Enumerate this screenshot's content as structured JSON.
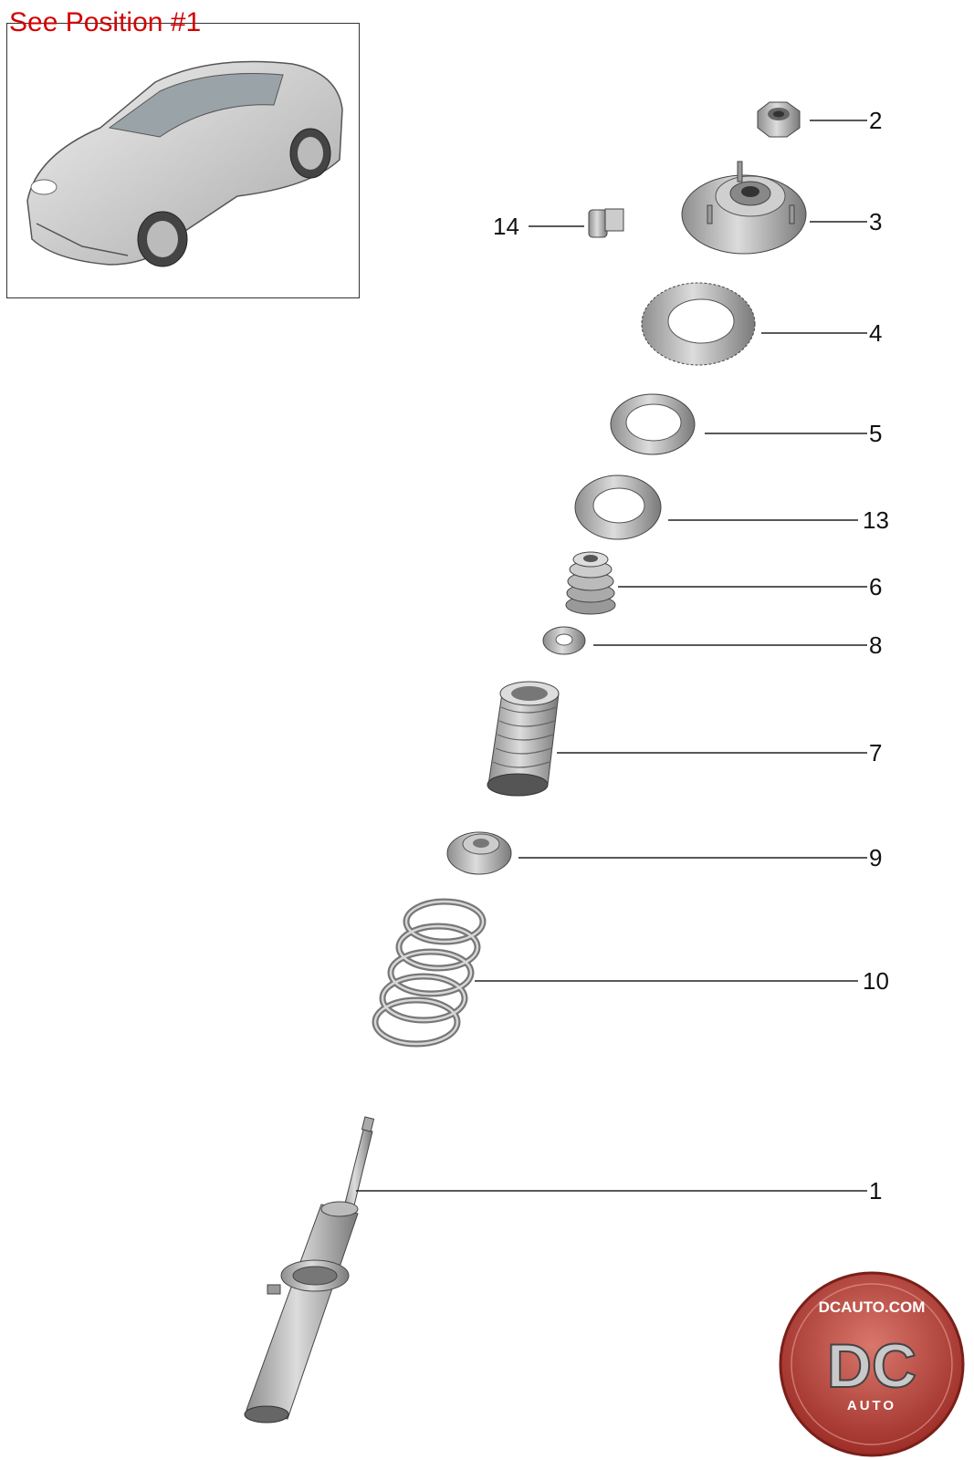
{
  "inset": {
    "label": "See Position #1"
  },
  "callouts": [
    {
      "id": "2",
      "text": "2"
    },
    {
      "id": "3",
      "text": "3"
    },
    {
      "id": "14",
      "text": "14"
    },
    {
      "id": "4",
      "text": "4"
    },
    {
      "id": "5",
      "text": "5"
    },
    {
      "id": "13",
      "text": "13"
    },
    {
      "id": "6",
      "text": "6"
    },
    {
      "id": "8",
      "text": "8"
    },
    {
      "id": "7",
      "text": "7"
    },
    {
      "id": "9",
      "text": "9"
    },
    {
      "id": "10",
      "text": "10"
    },
    {
      "id": "1",
      "text": "1"
    }
  ],
  "logo": {
    "top_text": "DCAUTO.COM",
    "monogram": "DC",
    "bottom_text": "AUTO"
  },
  "colors": {
    "label_red": "#d40000",
    "part_gray": "#b9b9b9",
    "logo_red": "#b5372f"
  }
}
